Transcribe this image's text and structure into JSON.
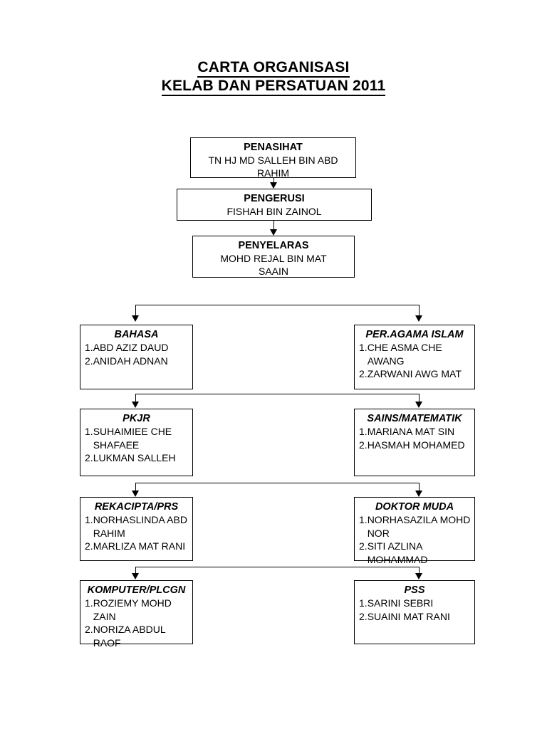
{
  "title": {
    "line1": "CARTA ORGANISASI ",
    "line2": "KELAB DAN PERSATUAN 2011"
  },
  "chain": [
    {
      "role": "PENASIHAT",
      "name_line1": "TN HJ MD SALLEH BIN ABD",
      "name_line2": "RAHIM"
    },
    {
      "role": "PENGERUSI",
      "name_line1": "FISHAH BIN ZAINOL",
      "name_line2": ""
    },
    {
      "role": "PENYELARAS",
      "name_line1": "MOHD REJAL BIN MAT",
      "name_line2": "SAAIN"
    }
  ],
  "departments": [
    {
      "title": "BAHASA",
      "members": [
        {
          "num": "1.",
          "name": "ABD AZIZ DAUD"
        },
        {
          "num": "2.",
          "name": "ANIDAH ADNAN"
        }
      ]
    },
    {
      "title": "PER.AGAMA ISLAM",
      "members": [
        {
          "num": "1.",
          "name": "CHE ASMA CHE AWANG"
        },
        {
          "num": "2.",
          "name": "ZARWANI  AWG MAT"
        }
      ]
    },
    {
      "title": "PKJR",
      "members": [
        {
          "num": "1.",
          "name": "SUHAIMIEE CHE SHAFAEE"
        },
        {
          "num": "2.",
          "name": "LUKMAN SALLEH"
        }
      ]
    },
    {
      "title": "SAINS/MATEMATIK",
      "members": [
        {
          "num": "1.",
          "name": "MARIANA MAT SIN"
        },
        {
          "num": "2.",
          "name": "HASMAH MOHAMED"
        }
      ]
    },
    {
      "title": "REKACIPTA/PRS",
      "members": [
        {
          "num": "1.",
          "name": "NORHASLINDA ABD RAHIM"
        },
        {
          "num": "2.",
          "name": "MARLIZA MAT RANI"
        }
      ]
    },
    {
      "title": "DOKTOR MUDA",
      "members": [
        {
          "num": "1.",
          "name": "NORHASAZILA MOHD NOR"
        },
        {
          "num": "2.",
          "name": "SITI AZLINA MOHAMMAD"
        }
      ]
    },
    {
      "title": "KOMPUTER/PLCGN",
      "members": [
        {
          "num": "1.",
          "name": "ROZIEMY MOHD ZAIN"
        },
        {
          "num": "2.",
          "name": "NORIZA ABDUL RAOF"
        }
      ]
    },
    {
      "title": "PSS",
      "members": [
        {
          "num": "1.",
          "name": "SARINI SEBRI"
        },
        {
          "num": "2.",
          "name": "SUAINI MAT RANI"
        }
      ]
    }
  ]
}
